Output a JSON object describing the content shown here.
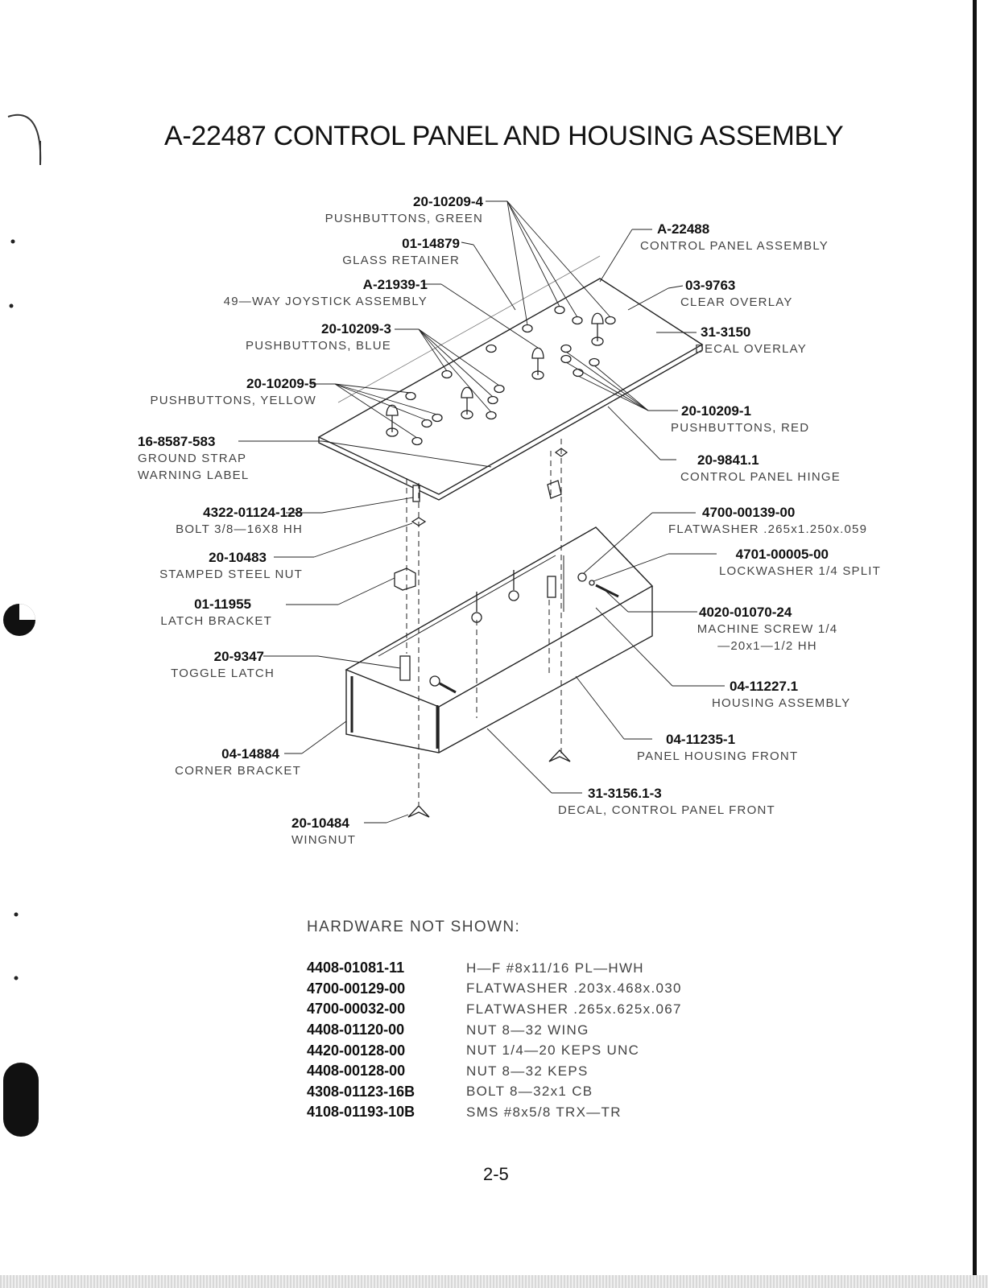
{
  "title": "A-22487  CONTROL PANEL AND HOUSING ASSEMBLY",
  "callouts": [
    {
      "id": "c1",
      "part": "20-10209-4",
      "desc": "PUSHBUTTONS, GREEN"
    },
    {
      "id": "c2",
      "part": "01-14879",
      "desc": "GLASS RETAINER"
    },
    {
      "id": "c3",
      "part": "A-21939-1",
      "desc": "49—WAY JOYSTICK ASSEMBLY"
    },
    {
      "id": "c4",
      "part": "20-10209-3",
      "desc": "PUSHBUTTONS, BLUE"
    },
    {
      "id": "c5",
      "part": "20-10209-5",
      "desc": "PUSHBUTTONS, YELLOW"
    },
    {
      "id": "c6",
      "part": "16-8587-583",
      "desc": "GROUND STRAP WARNING LABEL"
    },
    {
      "id": "c7",
      "part": "A-22488",
      "desc": "CONTROL PANEL ASSEMBLY"
    },
    {
      "id": "c8",
      "part": "03-9763",
      "desc": "CLEAR OVERLAY"
    },
    {
      "id": "c9",
      "part": "31-3150",
      "desc": "DECAL OVERLAY"
    },
    {
      "id": "c10",
      "part": "20-10209-1",
      "desc": "PUSHBUTTONS, RED"
    },
    {
      "id": "c11",
      "part": "20-9841.1",
      "desc": "CONTROL PANEL HINGE"
    },
    {
      "id": "c12",
      "part": "4322-01124-128",
      "desc": "BOLT 3/8—16X8 HH"
    },
    {
      "id": "c13",
      "part": "20-10483",
      "desc": "STAMPED STEEL NUT"
    },
    {
      "id": "c14",
      "part": "01-11955",
      "desc": "LATCH BRACKET"
    },
    {
      "id": "c15",
      "part": "20-9347",
      "desc": "TOGGLE LATCH"
    },
    {
      "id": "c16",
      "part": "04-14884",
      "desc": "CORNER BRACKET"
    },
    {
      "id": "c17",
      "part": "20-10484",
      "desc": "WINGNUT"
    },
    {
      "id": "c18",
      "part": "4700-00139-00",
      "desc": "FLATWASHER .265x1.250x.059"
    },
    {
      "id": "c19",
      "part": "4701-00005-00",
      "desc": "LOCKWASHER 1/4 SPLIT"
    },
    {
      "id": "c20",
      "part": "4020-01070-24",
      "desc": "MACHINE SCREW 1/4—20x1—1/2 HH"
    },
    {
      "id": "c21",
      "part": "04-11227.1",
      "desc": "HOUSING ASSEMBLY"
    },
    {
      "id": "c22",
      "part": "04-11235-1",
      "desc": "PANEL HOUSING FRONT"
    },
    {
      "id": "c23",
      "part": "31-3156.1-3",
      "desc": "DECAL, CONTROL PANEL FRONT"
    }
  ],
  "hardware": {
    "heading": "HARDWARE NOT SHOWN:",
    "items": [
      {
        "part": "4408-01081-11",
        "desc": "H—F #8x11/16 PL—HWH"
      },
      {
        "part": "4700-00129-00",
        "desc": "FLATWASHER .203x.468x.030"
      },
      {
        "part": "4700-00032-00",
        "desc": "FLATWASHER .265x.625x.067"
      },
      {
        "part": "4408-01120-00",
        "desc": "NUT 8—32 WING"
      },
      {
        "part": "4420-00128-00",
        "desc": "NUT 1/4—20 KEPS UNC"
      },
      {
        "part": "4408-00128-00",
        "desc": "NUT 8—32 KEPS"
      },
      {
        "part": "4308-01123-16B",
        "desc": "BOLT 8—32x1 CB"
      },
      {
        "part": "4108-01193-10B",
        "desc": "SMS #8x5/8 TRX—TR"
      }
    ]
  },
  "page_number": "2-5"
}
